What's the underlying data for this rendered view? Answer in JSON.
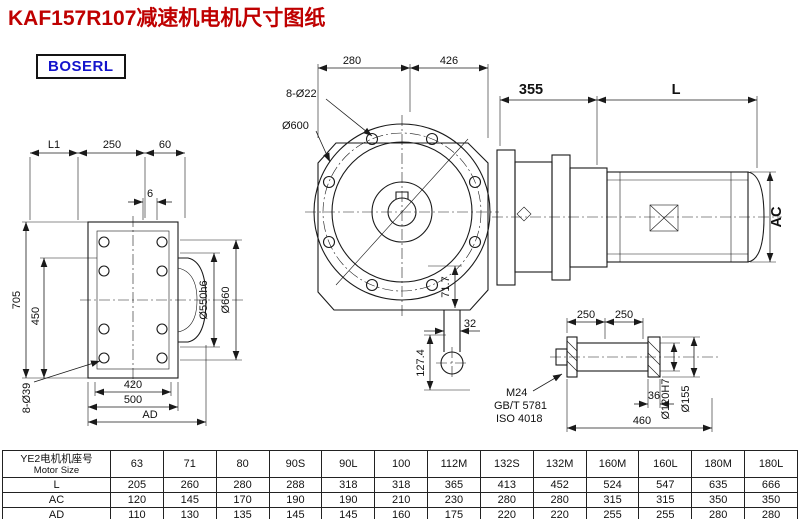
{
  "page": {
    "title": "KAF157R107减速机电机尺寸图纸",
    "logo": "BOSERL"
  },
  "dims": {
    "left": {
      "l1": "L1",
      "w250": "250",
      "w60": "60",
      "t6": "6",
      "h705": "705",
      "h450": "450",
      "d550": "Ø550h6",
      "d660": "Ø660",
      "b420": "420",
      "b500": "500",
      "ad": "AD",
      "holes": "8-Ø39"
    },
    "front": {
      "w280": "280",
      "w426": "426",
      "holes": "8-Ø22",
      "d600": "Ø600",
      "h717": "71.7",
      "w32": "32",
      "h1274": "127.4"
    },
    "side": {
      "w355": "355",
      "l": "L",
      "ac": "AC"
    },
    "shaft": {
      "w250a": "250",
      "w250b": "250",
      "m24": "M24",
      "gbt": "GB/T 5781",
      "iso": "ISO 4018",
      "w36": "36",
      "w460": "460",
      "d120": "Ø120H7",
      "d155": "Ø155"
    }
  },
  "table": {
    "row_header_cn": "YE2电机机座号",
    "row_header_en": "Motor Size",
    "sizes": [
      "63",
      "71",
      "80",
      "90S",
      "90L",
      "100",
      "112M",
      "132S",
      "132M",
      "160M",
      "160L",
      "180M",
      "180L"
    ],
    "rows": [
      {
        "label": "L",
        "values": [
          "205",
          "260",
          "280",
          "288",
          "318",
          "318",
          "365",
          "413",
          "452",
          "524",
          "547",
          "635",
          "666"
        ]
      },
      {
        "label": "AC",
        "values": [
          "120",
          "145",
          "170",
          "190",
          "190",
          "210",
          "230",
          "280",
          "280",
          "315",
          "315",
          "350",
          "350"
        ]
      },
      {
        "label": "AD",
        "values": [
          "110",
          "130",
          "135",
          "145",
          "145",
          "160",
          "175",
          "220",
          "220",
          "255",
          "255",
          "280",
          "280"
        ]
      }
    ]
  }
}
